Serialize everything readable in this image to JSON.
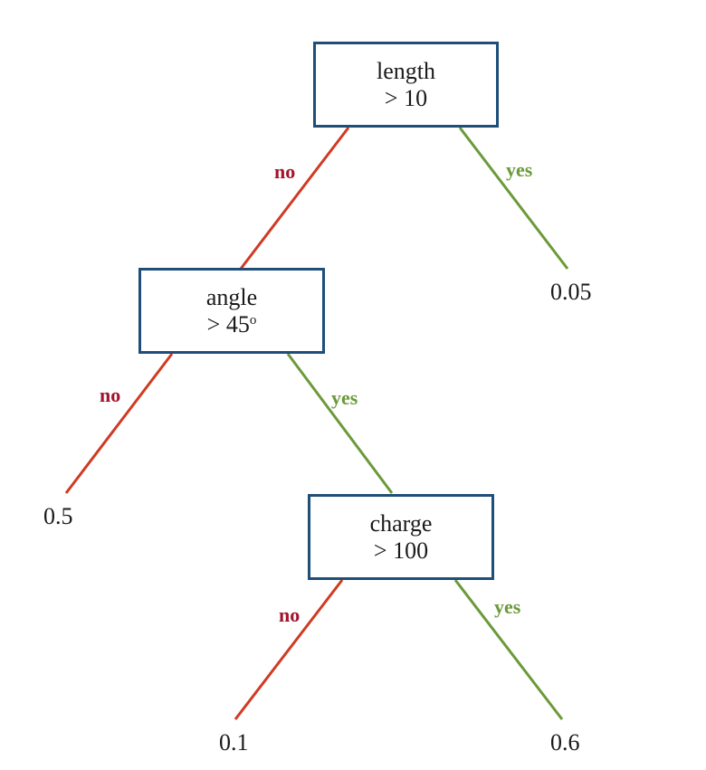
{
  "colors": {
    "node_border": "#1f4e79",
    "edge_no": "#d03a22",
    "edge_yes": "#6b9a3a",
    "label_no": "#a3142c",
    "label_yes": "#6b9a3a"
  },
  "nodes": {
    "root": {
      "feature": "length",
      "condition": "> 10",
      "condition_sup": ""
    },
    "left": {
      "feature": "angle",
      "condition": "> 45",
      "condition_sup": "o"
    },
    "right": {
      "feature": "charge",
      "condition": "> 100",
      "condition_sup": ""
    }
  },
  "leaves": {
    "root_yes": "0.05",
    "left_no": "0.5",
    "right_no": "0.1",
    "right_yes": "0.6"
  },
  "branch_labels": {
    "no": "no",
    "yes": "yes"
  }
}
